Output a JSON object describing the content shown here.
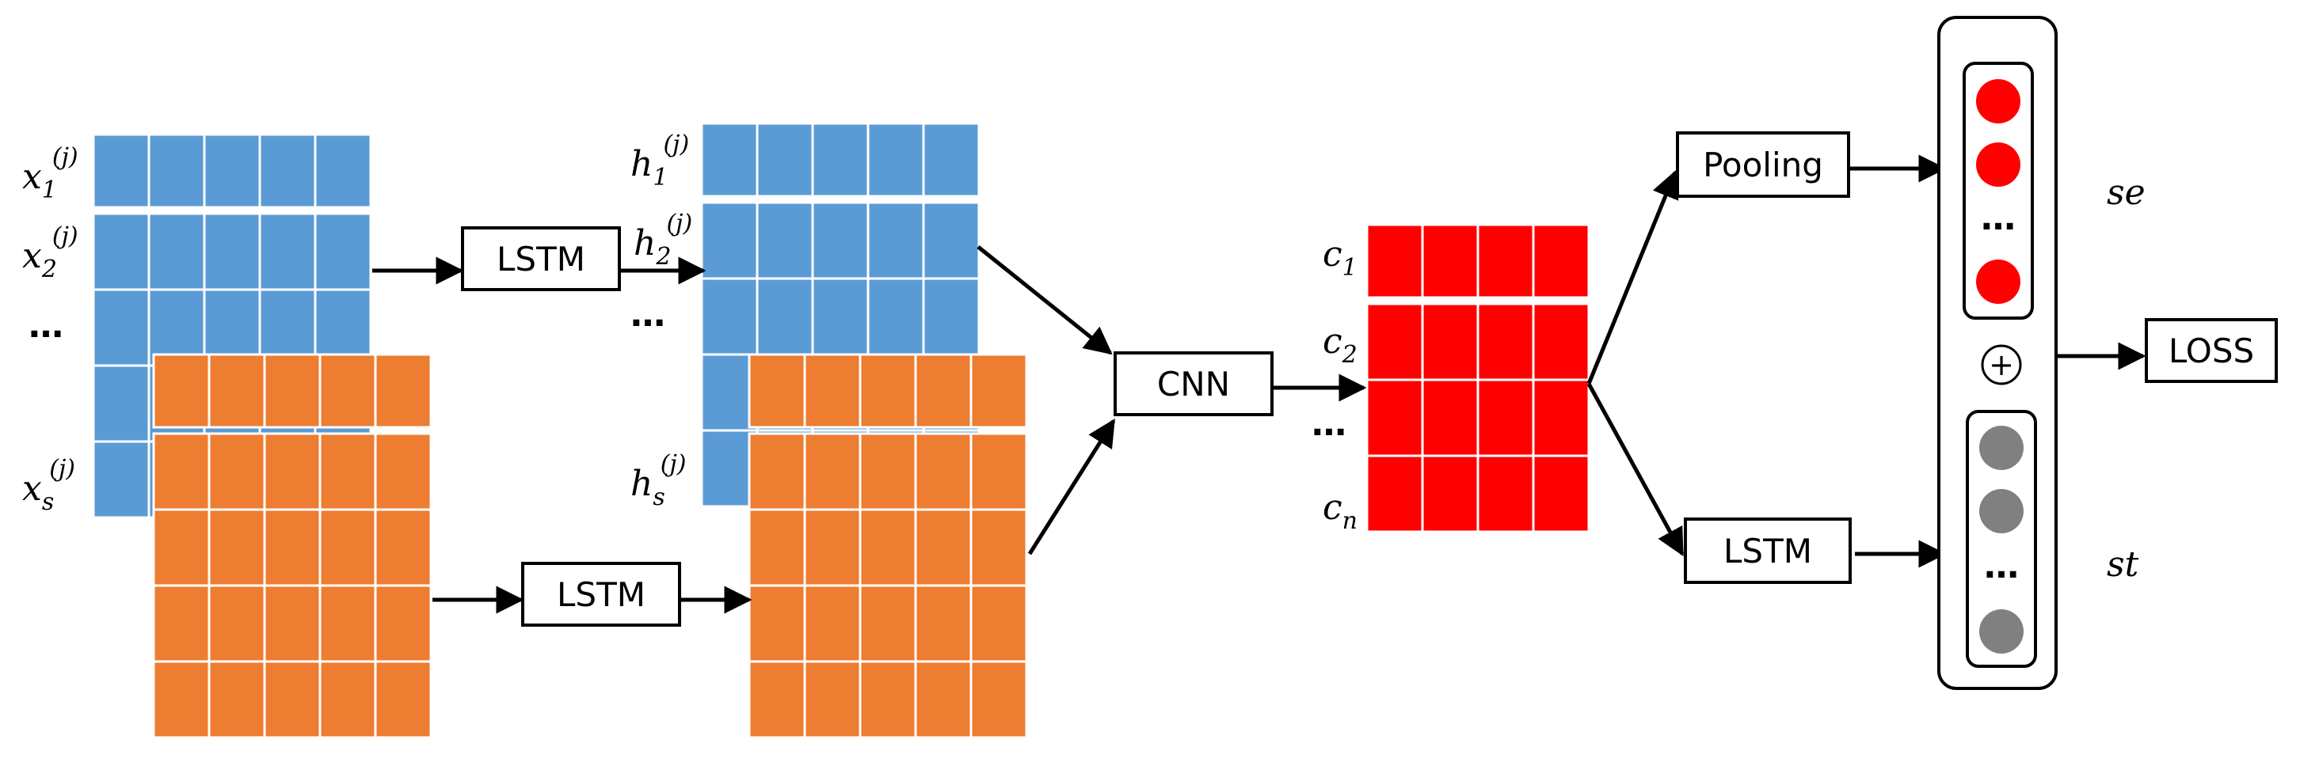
{
  "inputs": {
    "x_labels": [
      {
        "base": "x",
        "sub": "1",
        "sup": "(j)"
      },
      {
        "base": "x",
        "sub": "2",
        "sup": "(j)"
      },
      {
        "base": "x",
        "sub": "s",
        "sup": "(j)"
      }
    ],
    "ellipsis": "…"
  },
  "hidden": {
    "h_labels": [
      {
        "base": "h",
        "sub": "1",
        "sup": "(j)"
      },
      {
        "base": "h",
        "sub": "2",
        "sup": "(j)"
      },
      {
        "base": "h",
        "sub": "s",
        "sup": "(j)"
      }
    ],
    "ellipsis": "…"
  },
  "conv": {
    "c_labels": [
      {
        "base": "c",
        "sub": "1"
      },
      {
        "base": "c",
        "sub": "2"
      },
      {
        "base": "c",
        "sub": "n"
      }
    ],
    "ellipsis": "…"
  },
  "boxes": {
    "lstm_top": "LSTM",
    "lstm_bottom": "LSTM",
    "cnn": "CNN",
    "pooling": "Pooling",
    "lstm_right": "LSTM",
    "loss": "LOSS"
  },
  "output": {
    "se_label": "se",
    "st_label": "st",
    "combine_symbol": "+",
    "ellipsis": "…"
  },
  "colors": {
    "blue": "#5b9bd5",
    "orange": "#ed7d31",
    "red": "#ff0000",
    "gray": "#808080",
    "grid_line": "#ffffff",
    "stroke": "#000000"
  }
}
